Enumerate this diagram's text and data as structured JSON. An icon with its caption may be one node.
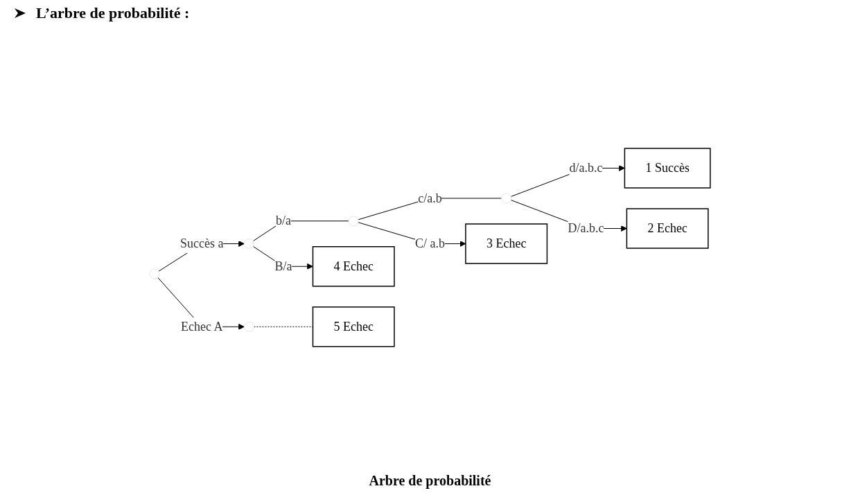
{
  "diagram": {
    "title": "L’arbre de probabilité :",
    "caption": "Arbre de probabilité",
    "nodes": [
      {
        "text": [],
        "shape": "point"
      },
      {
        "text": [],
        "shape": "point"
      },
      {
        "text": [],
        "shape": "point"
      },
      {
        "text": [],
        "shape": "point"
      },
      {
        "text": [
          "1 Succès"
        ]
      },
      {
        "text": [
          "2 Echec"
        ]
      },
      {
        "text": [
          "3 Echec"
        ]
      },
      {
        "text": [
          "4 Echec"
        ]
      },
      {
        "text": [],
        "shape": "point"
      },
      {
        "text": [
          "5 Echec"
        ]
      }
    ],
    "edges": [
      {
        "from": 0,
        "to": 1,
        "arrow": "to",
        "label": "Succès a"
      },
      {
        "from": 0,
        "to": 8,
        "arrow": "to",
        "label": "Echec A"
      },
      {
        "from": 1,
        "to": 2,
        "arrow": "none",
        "label": "b/a"
      },
      {
        "from": 1,
        "to": 7,
        "arrow": "to",
        "label": "B/a"
      },
      {
        "from": 2,
        "to": 3,
        "arrow": "none",
        "label": "c/a.b"
      },
      {
        "from": 2,
        "to": 6,
        "arrow": "to",
        "label": "C/ a.b"
      },
      {
        "from": 3,
        "to": 4,
        "arrow": "to",
        "label": "d/a.b.c"
      },
      {
        "from": 3,
        "to": 5,
        "arrow": "to",
        "label": "D/a.b.c"
      },
      {
        "from": 8,
        "to": 9,
        "arrow": "none",
        "style": "dashed"
      }
    ]
  }
}
